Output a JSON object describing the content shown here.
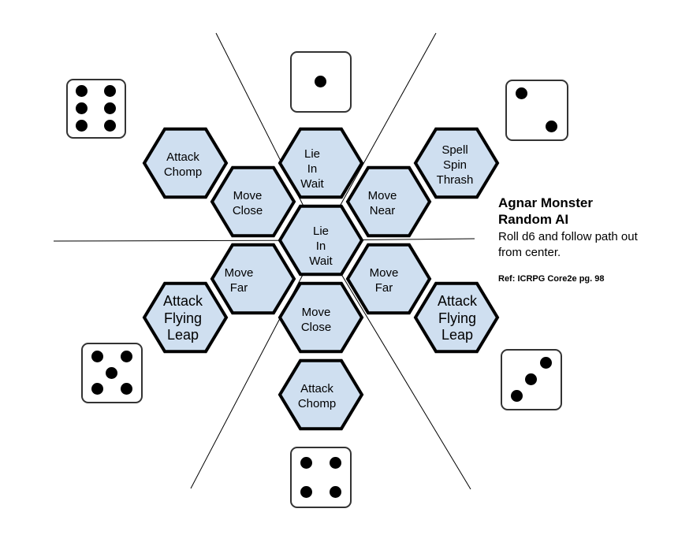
{
  "title": "Agnar Monster Random AI",
  "subtitle": "Roll d6 and follow path out from center.",
  "reference": "Ref: ICRPG Core2e pg. 98",
  "colors": {
    "hex_fill": "#cfdff0",
    "hex_stroke": "#000000",
    "background": "#ffffff",
    "pip": "#000000"
  },
  "hexes": [
    {
      "id": "center",
      "lines": [
        "Lie",
        "In",
        "Wait"
      ]
    },
    {
      "id": "top-inner",
      "lines": [
        "Lie",
        "In",
        "Wait"
      ]
    },
    {
      "id": "upper-left-inner",
      "lines": [
        "Move",
        "Close"
      ]
    },
    {
      "id": "upper-right-inner",
      "lines": [
        "Move",
        "Near"
      ]
    },
    {
      "id": "lower-left-inner",
      "lines": [
        "Move",
        "Far"
      ]
    },
    {
      "id": "lower-right-inner",
      "lines": [
        "Move",
        "Far"
      ]
    },
    {
      "id": "bottom-inner",
      "lines": [
        "Move",
        "Close"
      ]
    },
    {
      "id": "upper-left-outer",
      "lines": [
        "Attack",
        "Chomp"
      ]
    },
    {
      "id": "upper-right-outer",
      "lines": [
        "Spell",
        "Spin",
        "Thrash"
      ]
    },
    {
      "id": "lower-left-outer",
      "lines": [
        "Attack",
        "Flying",
        "Leap"
      ]
    },
    {
      "id": "lower-right-outer",
      "lines": [
        "Attack",
        "Flying",
        "Leap"
      ]
    },
    {
      "id": "bottom-outer",
      "lines": [
        "Attack",
        "Chomp"
      ]
    }
  ],
  "dice": [
    {
      "id": "die-top",
      "value": 1
    },
    {
      "id": "die-upper-right",
      "value": 2
    },
    {
      "id": "die-lower-right",
      "value": 3
    },
    {
      "id": "die-bottom",
      "value": 4
    },
    {
      "id": "die-lower-left",
      "value": 5
    },
    {
      "id": "die-upper-left",
      "value": 6
    }
  ]
}
